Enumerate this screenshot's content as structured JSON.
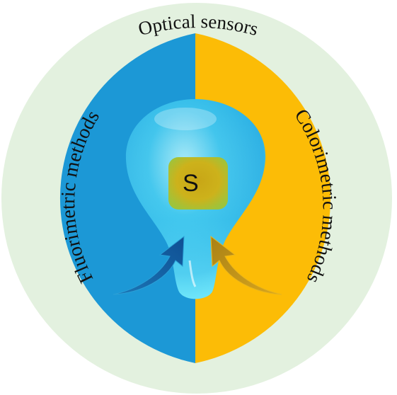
{
  "title": "Optical sensors",
  "left_label": "Fluorimetric methods",
  "right_label": "Colorimetric methods",
  "center_label": "S",
  "colors": {
    "outer_ring": "#e3f1df",
    "left_half": "#1c98d6",
    "right_half": "#fcbc06",
    "drop_top": "#2fb6e6",
    "drop_bottom": "#63e4fa",
    "core": "#d2b81a",
    "arrow_left": "#1462a8",
    "arrow_right": "#c49418"
  },
  "icons": [
    "drop-shape",
    "curved-arrow-left",
    "curved-arrow-right"
  ]
}
